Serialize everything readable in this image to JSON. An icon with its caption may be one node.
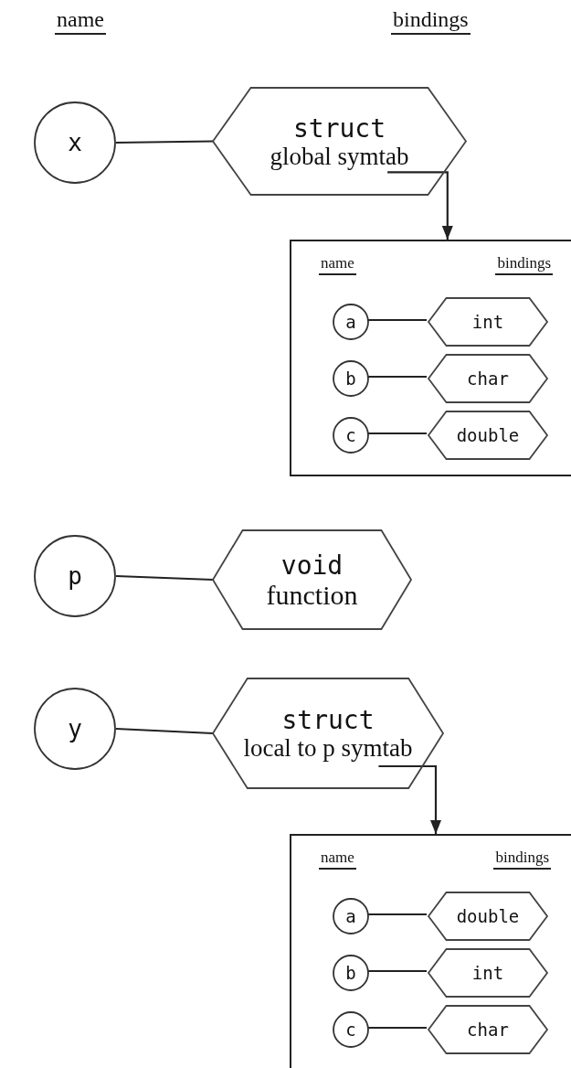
{
  "diagram": {
    "nodes": [
      {
        "text": [
          "x"
        ]
      },
      {
        "text": [
          "struct",
          "global symtab"
        ]
      },
      {
        "text": [
          "name",
          "bindings"
        ]
      },
      {
        "text": [
          "a"
        ],
        "in": 2
      },
      {
        "text": [
          "int"
        ],
        "in": 2
      },
      {
        "text": [
          "b"
        ],
        "in": 2
      },
      {
        "text": [
          "char"
        ],
        "in": 2
      },
      {
        "text": [
          "c"
        ],
        "in": 2
      },
      {
        "text": [
          "double"
        ],
        "in": 2
      },
      {
        "text": [
          "p"
        ]
      },
      {
        "text": [
          "void",
          "function"
        ]
      },
      {
        "text": [
          "y"
        ]
      },
      {
        "text": [
          "struct",
          "local to p symtab"
        ]
      },
      {
        "text": [
          "name",
          "bindings"
        ]
      },
      {
        "text": [
          "a"
        ],
        "in": 13
      },
      {
        "text": [
          "double"
        ],
        "in": 13
      },
      {
        "text": [
          "b"
        ],
        "in": 13
      },
      {
        "text": [
          "int"
        ],
        "in": 13
      },
      {
        "text": [
          "c"
        ],
        "in": 13
      },
      {
        "text": [
          "char"
        ],
        "in": 13
      }
    ],
    "edges": [
      {
        "from": 0,
        "to": 1,
        "arrow": "none"
      },
      {
        "from": 1,
        "to": 2,
        "arrow": "to"
      },
      {
        "from": 3,
        "to": 4,
        "arrow": "none"
      },
      {
        "from": 5,
        "to": 6,
        "arrow": "none"
      },
      {
        "from": 7,
        "to": 8,
        "arrow": "none"
      },
      {
        "from": 9,
        "to": 10,
        "arrow": "none"
      },
      {
        "from": 11,
        "to": 12,
        "arrow": "none"
      },
      {
        "from": 12,
        "to": 13,
        "arrow": "to"
      },
      {
        "from": 14,
        "to": 15,
        "arrow": "none"
      },
      {
        "from": 16,
        "to": 17,
        "arrow": "none"
      },
      {
        "from": 18,
        "to": 19,
        "arrow": "none"
      }
    ],
    "labels": [
      "name",
      "bindings"
    ]
  }
}
